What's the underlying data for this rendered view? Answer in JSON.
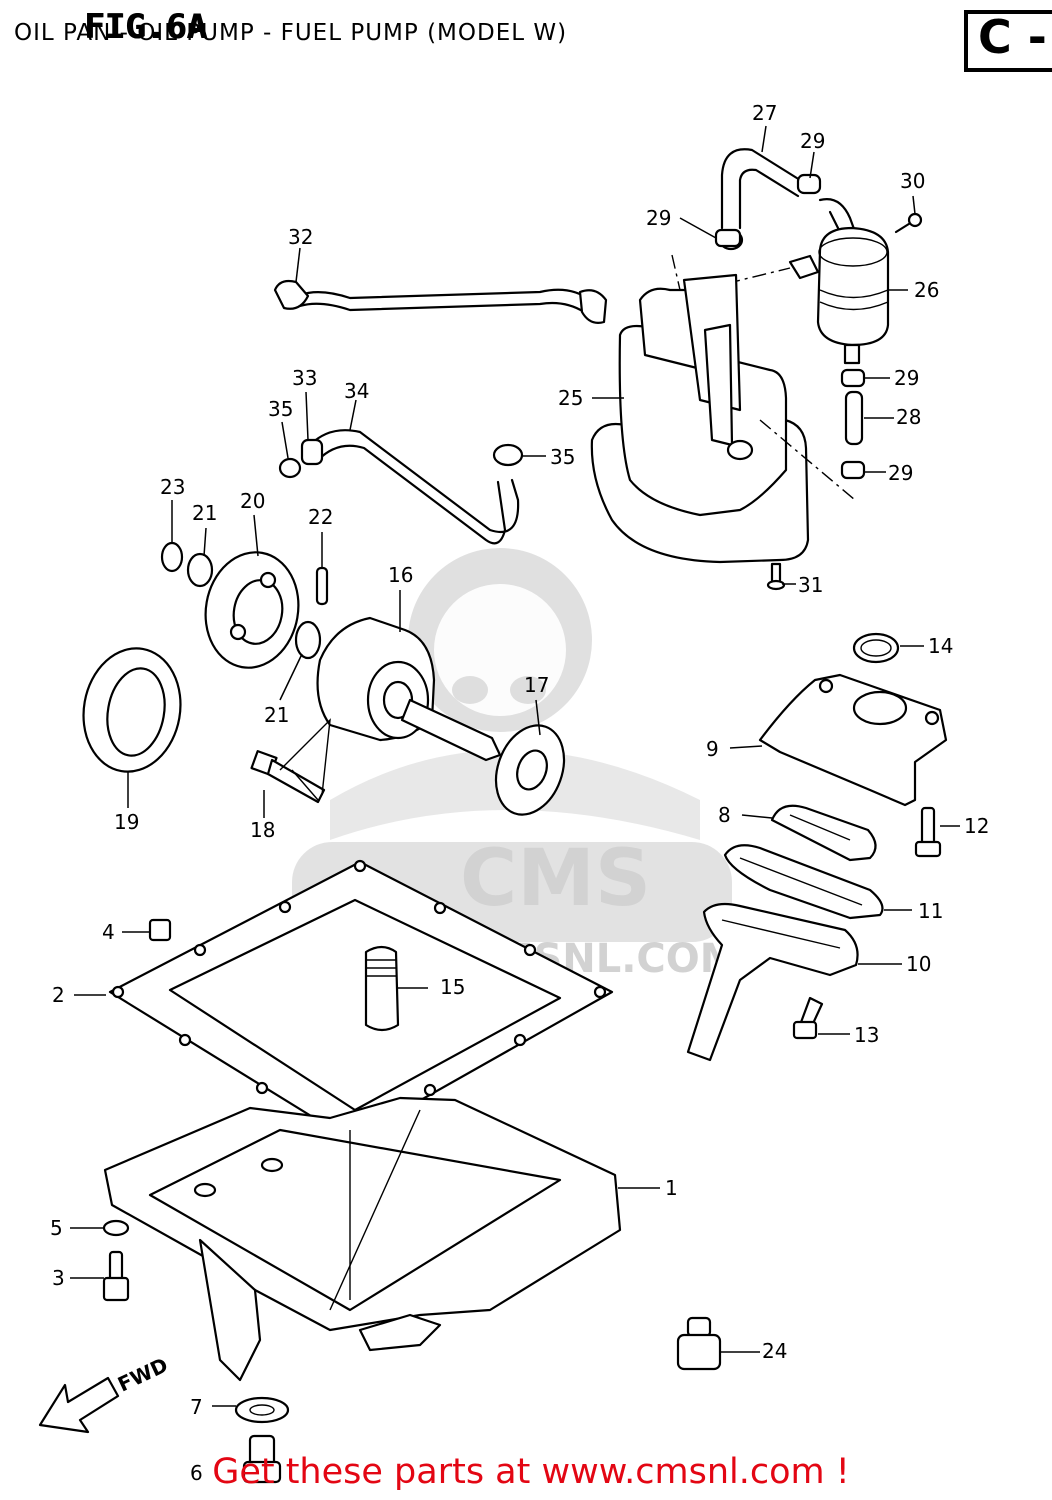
{
  "header": {
    "title": "OIL PAN - OIL PUMP - FUEL PUMP (MODEL W)",
    "figure": "FIG.6A",
    "section": "C -"
  },
  "watermark": {
    "brand": "CMS",
    "url": "WWW.CMSNL.COM",
    "color": "#d2d2d2"
  },
  "direction_label": "FWD",
  "callouts": [
    {
      "id": "c1",
      "text": "1"
    },
    {
      "id": "c2",
      "text": "2"
    },
    {
      "id": "c3",
      "text": "3"
    },
    {
      "id": "c4",
      "text": "4"
    },
    {
      "id": "c5",
      "text": "5"
    },
    {
      "id": "c6",
      "text": "6"
    },
    {
      "id": "c7",
      "text": "7"
    },
    {
      "id": "c8",
      "text": "8"
    },
    {
      "id": "c9",
      "text": "9"
    },
    {
      "id": "c10",
      "text": "10"
    },
    {
      "id": "c11",
      "text": "11"
    },
    {
      "id": "c12",
      "text": "12"
    },
    {
      "id": "c13",
      "text": "13"
    },
    {
      "id": "c14",
      "text": "14"
    },
    {
      "id": "c15",
      "text": "15"
    },
    {
      "id": "c16",
      "text": "16"
    },
    {
      "id": "c17",
      "text": "17"
    },
    {
      "id": "c18",
      "text": "18"
    },
    {
      "id": "c19",
      "text": "19"
    },
    {
      "id": "c20",
      "text": "20"
    },
    {
      "id": "c21a",
      "text": "21"
    },
    {
      "id": "c21b",
      "text": "21"
    },
    {
      "id": "c22",
      "text": "22"
    },
    {
      "id": "c23",
      "text": "23"
    },
    {
      "id": "c24",
      "text": "24"
    },
    {
      "id": "c25",
      "text": "25"
    },
    {
      "id": "c26",
      "text": "26"
    },
    {
      "id": "c27",
      "text": "27"
    },
    {
      "id": "c28",
      "text": "28"
    },
    {
      "id": "c29a",
      "text": "29"
    },
    {
      "id": "c29b",
      "text": "29"
    },
    {
      "id": "c29c",
      "text": "29"
    },
    {
      "id": "c29d",
      "text": "29"
    },
    {
      "id": "c30",
      "text": "30"
    },
    {
      "id": "c31",
      "text": "31"
    },
    {
      "id": "c32",
      "text": "32"
    },
    {
      "id": "c33",
      "text": "33"
    },
    {
      "id": "c34",
      "text": "34"
    },
    {
      "id": "c35a",
      "text": "35"
    },
    {
      "id": "c35b",
      "text": "35"
    }
  ],
  "footer": {
    "cta": "Get these parts at www.cmsnl.com !",
    "cta_color": "#e30613"
  }
}
